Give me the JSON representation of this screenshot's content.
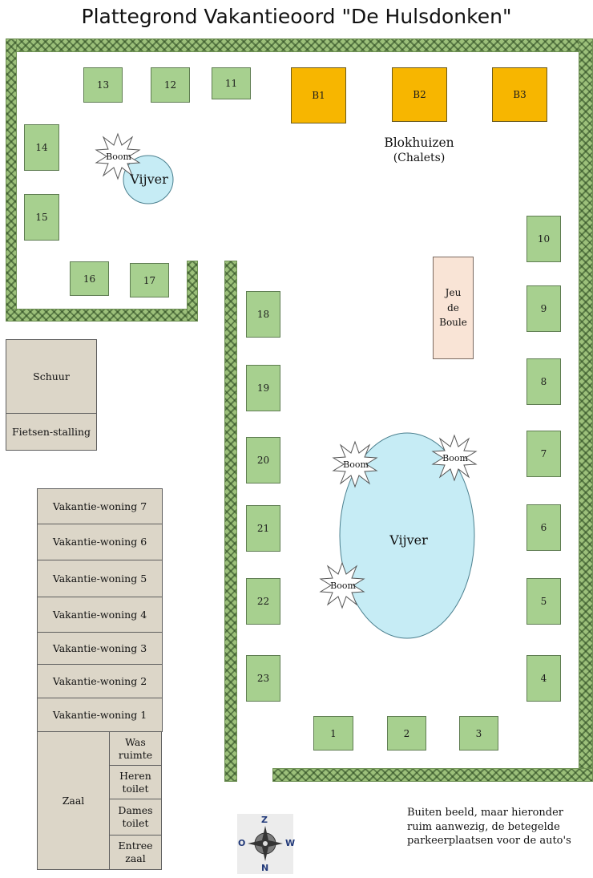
{
  "title": "Plattegrond Vakantieoord \"De Hulsdonken\"",
  "plots": [
    "1",
    "2",
    "3",
    "4",
    "5",
    "6",
    "7",
    "8",
    "9",
    "10",
    "11",
    "12",
    "13",
    "14",
    "15",
    "16",
    "17",
    "18",
    "19",
    "20",
    "21",
    "22",
    "23"
  ],
  "chalets": [
    "B1",
    "B2",
    "B3"
  ],
  "labels": {
    "blokhuizen": "Blokhuizen",
    "chalets": "(Chalets)",
    "jeu_de_boule": "Jeu\nde\nBoule",
    "vijver_small": "Vijver",
    "vijver_big": "Vijver",
    "boom": "Boom"
  },
  "buildings": {
    "schuur": "Schuur",
    "fietsenstalling": "Fietsen-stalling",
    "vakantiewoningen": [
      "Vakantie-woning 7",
      "Vakantie-woning 6",
      "Vakantie-woning 5",
      "Vakantie-woning 4",
      "Vakantie-woning 3",
      "Vakantie-woning 2",
      "Vakantie-woning 1"
    ],
    "zaal": "Zaal",
    "was_ruimte": "Was\nruimte",
    "heren_toilet": "Heren\ntoilet",
    "dames_toilet": "Dames\ntoilet",
    "entree_zaal": "Entree\nzaal"
  },
  "compass": {
    "n_top": "Z",
    "left": "O",
    "right": "W",
    "bottom": "N"
  },
  "note": "Buiten beeld, maar hieronder\nruim aanwezig, de betegelde\nparkeerplaatsen voor de auto's",
  "colors": {
    "plot": "#a7d08f",
    "chalet": "#f7b600",
    "pond": "#c6ecf5",
    "hedge": "#9cc07a",
    "building": "#dcd6c8"
  }
}
